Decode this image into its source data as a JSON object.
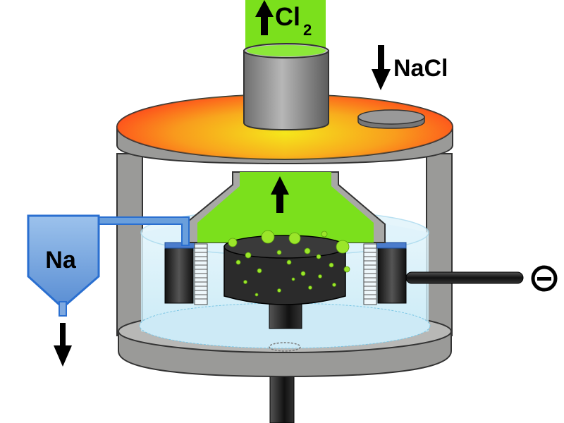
{
  "labels": {
    "gas_out": "Cl",
    "gas_out_subscript": "2",
    "feed_in": "NaCl",
    "metal_out": "Na",
    "electrode_sign": "⊖"
  },
  "colors": {
    "chlorine": "#7be01c",
    "lid_hot": "#ff3a1c",
    "lid_warm": "#f5d81a",
    "electrolyte": "#cfeefa",
    "frame": "#9a9a98",
    "sodium_vessel": "#6a9fdc",
    "sodium_outline": "#2a6fd0",
    "anode": "#2b2b2b",
    "bubbles": "#9be62a"
  },
  "icons": {
    "flow_up": "arrow-up-icon",
    "flow_down": "arrow-down-icon",
    "negative_terminal": "minus-circle-icon"
  }
}
